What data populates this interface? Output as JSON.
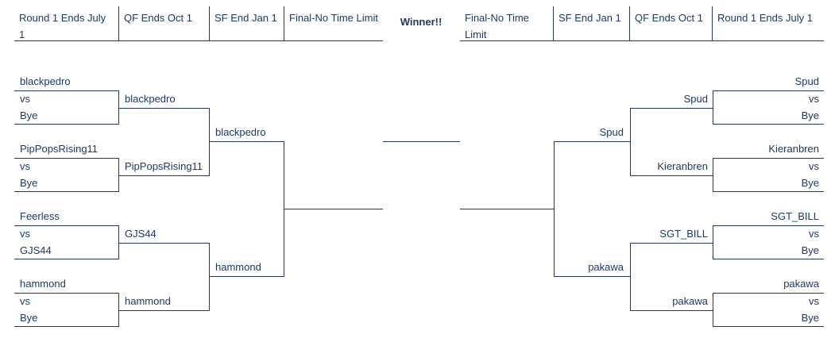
{
  "headers": {
    "left": [
      "Round 1 Ends July 1",
      "QF Ends Oct 1",
      "SF End Jan 1",
      "Final-No Time Limit"
    ],
    "right": [
      "Final-No Time Limit",
      "SF End Jan 1",
      "QF Ends Oct 1",
      "Round 1 Ends July 1"
    ],
    "winner": "Winner!!"
  },
  "left": {
    "round1": [
      {
        "top": "blackpedro",
        "vs": "vs",
        "bottom": "Bye"
      },
      {
        "top": "PipPopsRising11",
        "vs": "vs",
        "bottom": "Bye"
      },
      {
        "top": "Feerless",
        "vs": "vs",
        "bottom": "GJS44"
      },
      {
        "top": "hammond",
        "vs": "vs",
        "bottom": "Bye"
      }
    ],
    "qf": [
      "blackpedro",
      "PipPopsRising11",
      "GJS44",
      "hammond"
    ],
    "sf": [
      "blackpedro",
      "hammond"
    ]
  },
  "right": {
    "round1": [
      {
        "top": "Spud",
        "vs": "vs",
        "bottom": "Bye"
      },
      {
        "top": "Kieranbren",
        "vs": "vs",
        "bottom": "Bye"
      },
      {
        "top": "SGT_BILL",
        "vs": "vs",
        "bottom": "Bye"
      },
      {
        "top": "pakawa",
        "vs": "vs",
        "bottom": "Bye"
      }
    ],
    "qf": [
      "Spud",
      "Kieranbren",
      "SGT_BILL",
      "pakawa"
    ],
    "sf": [
      "Spud",
      "pakawa"
    ]
  }
}
